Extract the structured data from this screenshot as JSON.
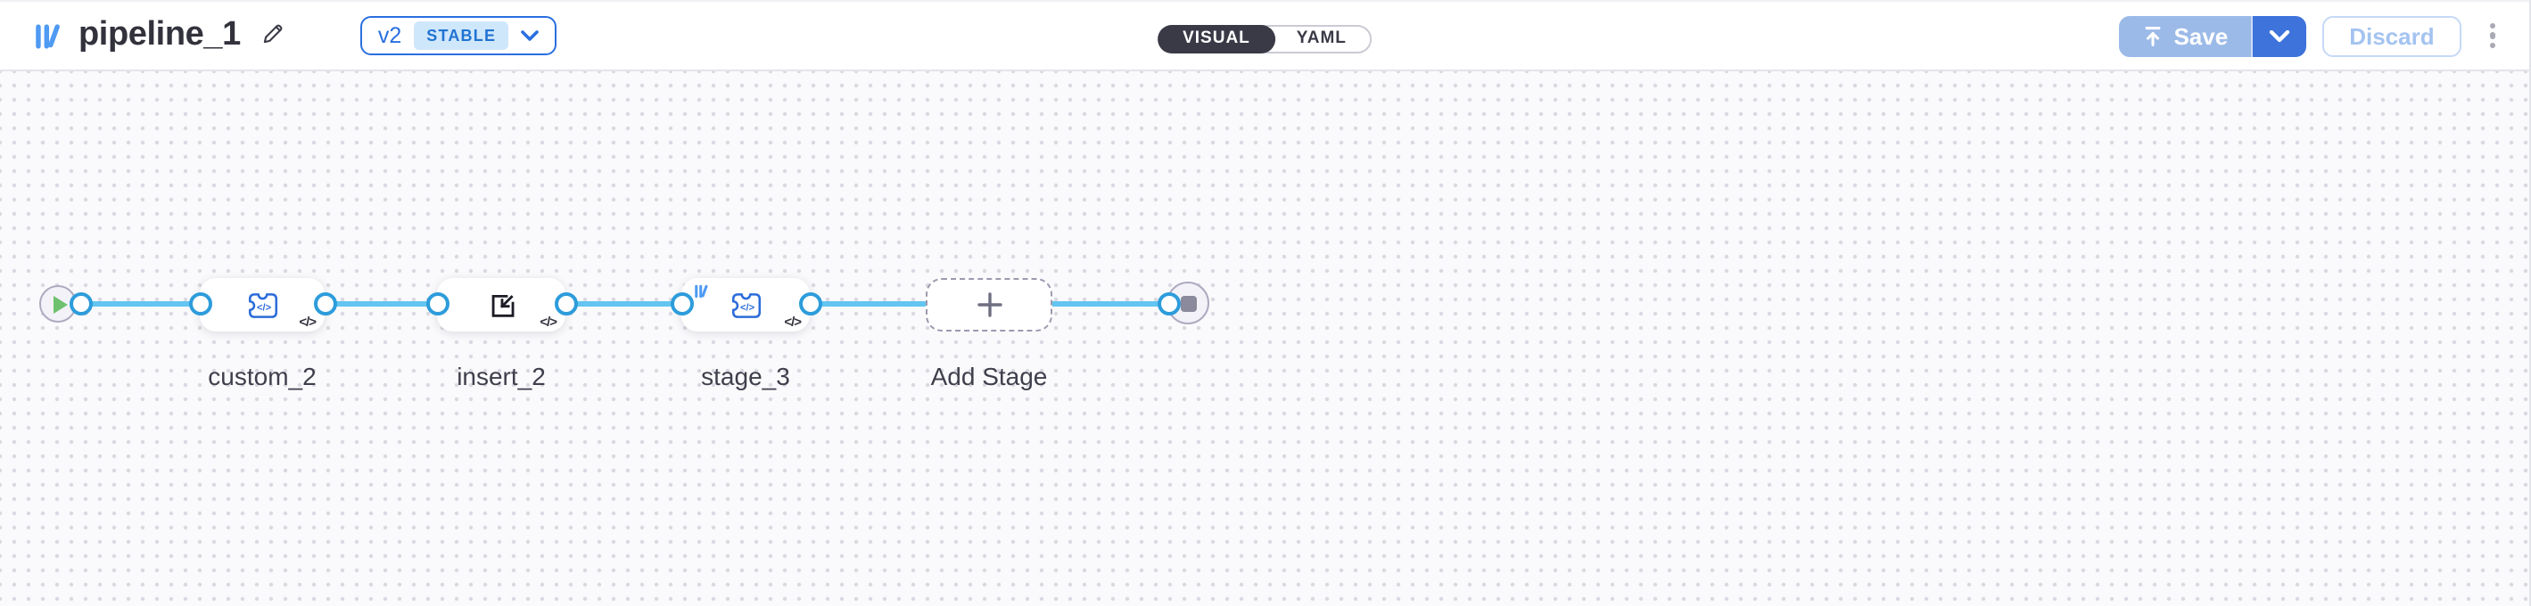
{
  "header": {
    "title": "pipeline_1",
    "logo_icon": "pipeline-logo-icon",
    "edit_icon": "pencil-icon",
    "version_selector": {
      "version": "v2",
      "status_badge": "STABLE",
      "chevron_icon": "chevron-down-icon"
    },
    "view_toggle": {
      "visual_label": "VISUAL",
      "yaml_label": "YAML",
      "selected": "VISUAL"
    },
    "save_button": {
      "label": "Save",
      "icon": "upload-icon",
      "enabled": false
    },
    "discard_button": {
      "label": "Discard",
      "enabled": false
    },
    "more_menu_icon": "kebab-menu-icon"
  },
  "canvas": {
    "nodes": [
      {
        "id": "start",
        "type": "start",
        "icon": "play-icon"
      },
      {
        "id": "custom_2",
        "type": "stage",
        "label": "custom_2",
        "icon": "plugin-code-icon",
        "badge": "code-icon"
      },
      {
        "id": "insert_2",
        "type": "stage",
        "label": "insert_2",
        "icon": "insert-icon",
        "badge": "code-icon"
      },
      {
        "id": "stage_3",
        "type": "stage",
        "label": "stage_3",
        "icon": "plugin-code-icon",
        "badge": "code-icon",
        "corner_icon": "pipeline-logo-icon"
      },
      {
        "id": "add_stage",
        "type": "add-stage",
        "label": "Add Stage",
        "icon": "plus-icon"
      },
      {
        "id": "end",
        "type": "end",
        "icon": "stop-icon"
      }
    ],
    "edges": [
      {
        "from": "start",
        "to": "custom_2"
      },
      {
        "from": "custom_2",
        "to": "insert_2"
      },
      {
        "from": "insert_2",
        "to": "stage_3"
      },
      {
        "from": "stage_3",
        "to": "add_stage"
      },
      {
        "from": "add_stage",
        "to": "end"
      }
    ]
  },
  "icons": {
    "code_glyph": "</>"
  },
  "colors": {
    "edge": "#63C5F1",
    "port_ring": "#2D9CDB",
    "accent_blue": "#2A6FE0",
    "logo_blue": "#4F9AF3",
    "node_icon_blue": "#2B6CD9",
    "save_disabled_bg": "#9CBAE8",
    "save_active_bg": "#3D73DB",
    "toggle_dark": "#3A3A47",
    "canvas_bg": "#FAFAFC",
    "canvas_dot": "#D9D9E1",
    "play_green": "#6EC16E",
    "stop_gray": "#8A8A9C"
  }
}
